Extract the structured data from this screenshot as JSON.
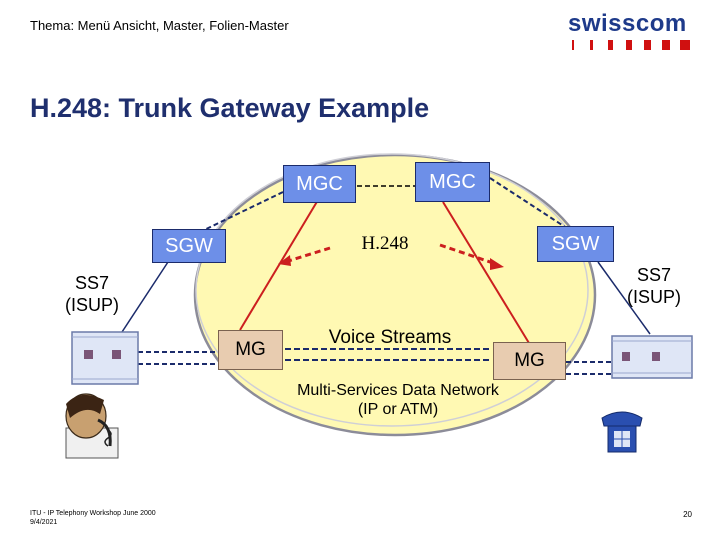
{
  "header": {
    "topic": "Thema: Menü Ansicht, Master, Folien-Master"
  },
  "logo": {
    "text": "swisscom",
    "color": "#1e3a8a",
    "accent": "#d01010"
  },
  "title": "H.248: Trunk Gateway Example",
  "diagram": {
    "mgc_left": "MGC",
    "mgc_right": "MGC",
    "sgw_left": "SGW",
    "sgw_right": "SGW",
    "protocol": "H.248",
    "ss7_left": [
      "SS7",
      "(ISUP)"
    ],
    "ss7_right": [
      "SS7",
      "(ISUP)"
    ],
    "voice_streams": "Voice Streams",
    "mg_left": "MG",
    "mg_right": "MG",
    "network": [
      "Multi-Services Data Network",
      "(IP or ATM)"
    ],
    "colors": {
      "ellipse": "#fff9b3",
      "box_fill": "#6d8fe8",
      "mg_fill": "#e8ccb0",
      "signal_line": "#cc1f1f"
    },
    "icons": [
      "exchange-icon-left",
      "exchange-icon-right",
      "person-phone-icon",
      "telephone-icon"
    ]
  },
  "footer": {
    "event": "ITU - IP Telephony Workshop June 2000",
    "date": "9/4/2021",
    "page": "20"
  }
}
